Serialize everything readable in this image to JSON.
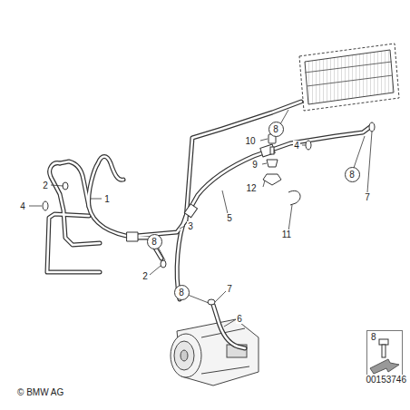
{
  "diagram": {
    "nodes": [
      {
        "text": [
          "8"
        ]
      },
      {
        "text": [
          "8"
        ]
      },
      {
        "text": [
          "8"
        ]
      },
      {
        "text": [
          "8"
        ]
      },
      {
        "text": [
          "8"
        ]
      }
    ],
    "labels": [
      "1",
      "2",
      "4",
      "3",
      "2",
      "4",
      "7",
      "10",
      "9",
      "12",
      "5",
      "11",
      "7",
      "6",
      "© BMW AG",
      "00153746"
    ]
  }
}
